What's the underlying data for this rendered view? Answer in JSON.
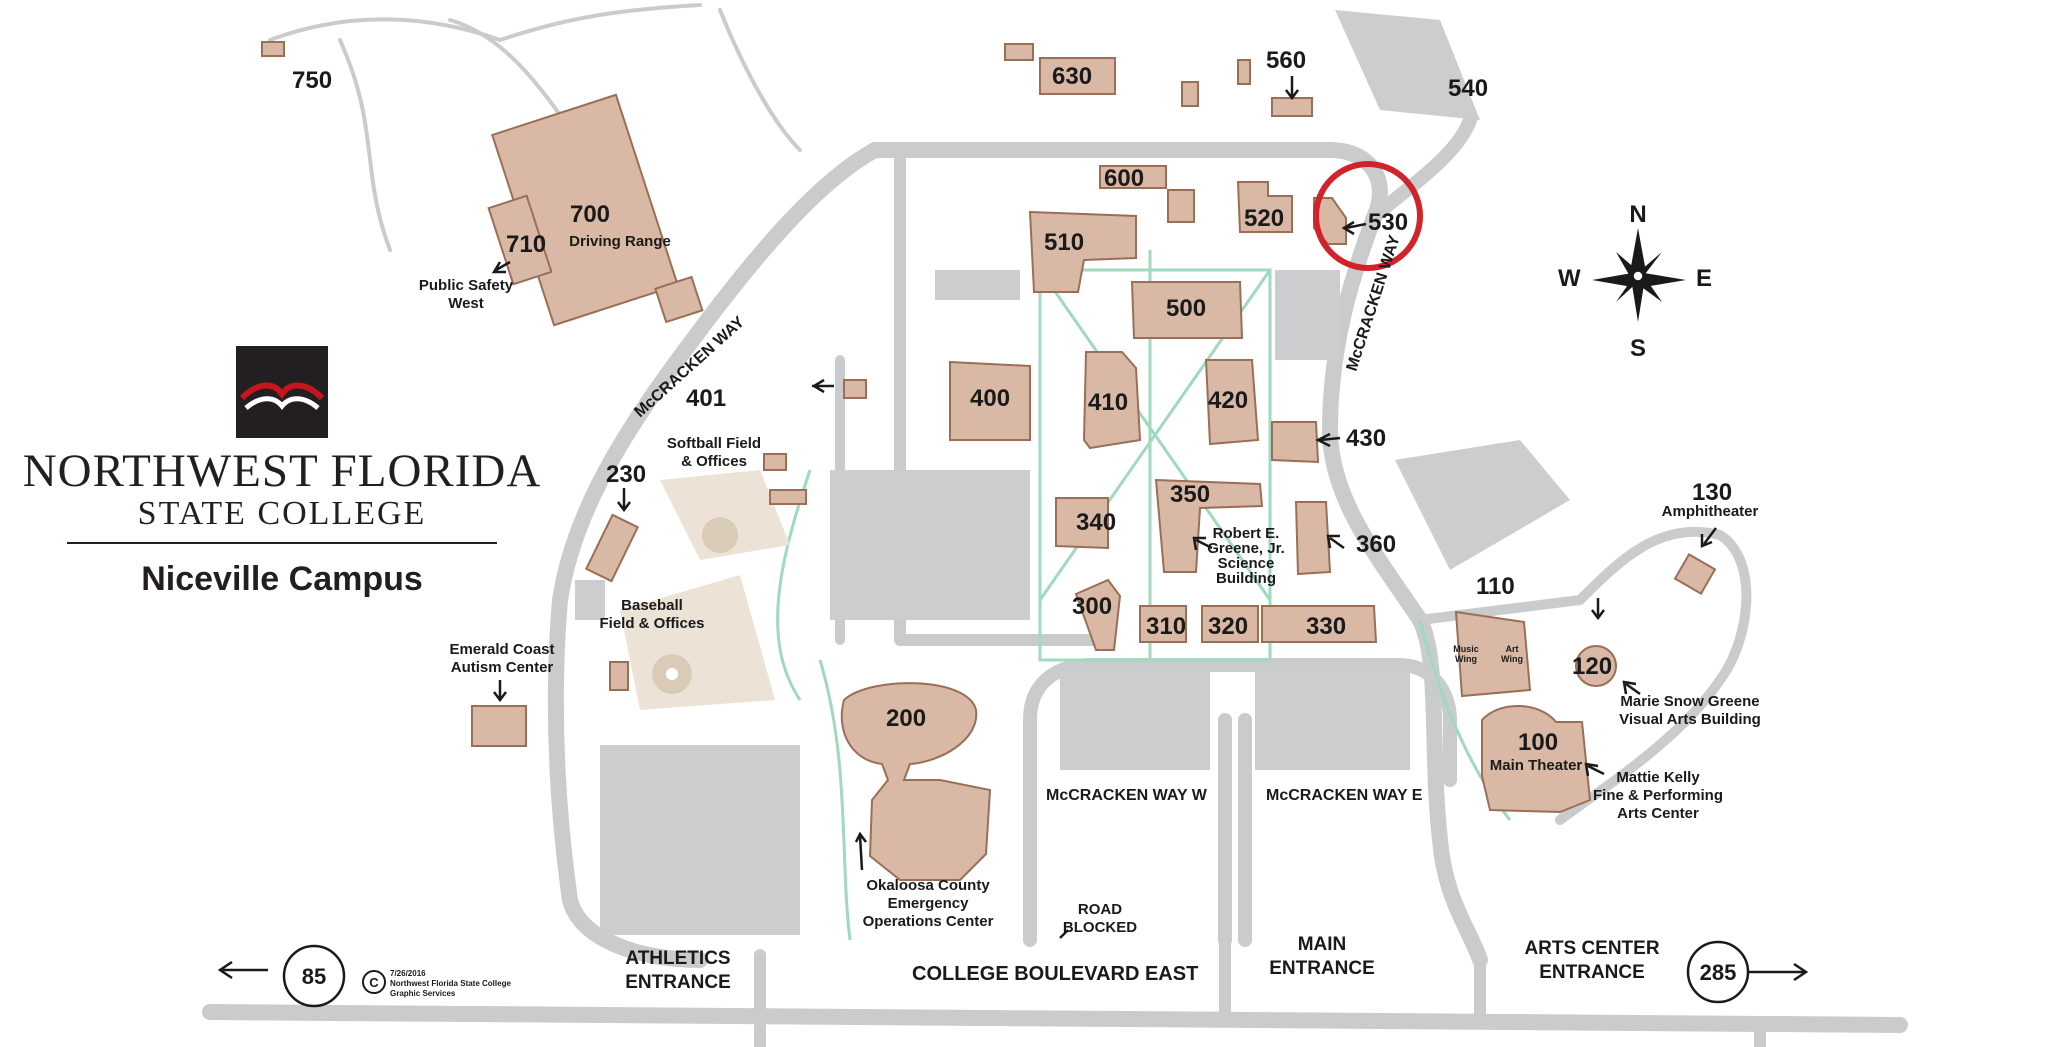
{
  "college": {
    "name_line1": "NORTHWEST FLORIDA",
    "name_line2": "STATE COLLEGE",
    "campus": "Niceville Campus"
  },
  "buildings": {
    "b750": "750",
    "b700": "700",
    "b700_sub": "Driving Range",
    "b710": "710",
    "b630": "630",
    "b560": "560",
    "b540": "540",
    "b600": "600",
    "b520": "520",
    "b530": "530",
    "b510": "510",
    "b500": "500",
    "b401": "401",
    "b400": "400",
    "b410": "410",
    "b420": "420",
    "b430": "430",
    "b230": "230",
    "b340": "340",
    "b350": "350",
    "b360": "360",
    "b300": "300",
    "b310": "310",
    "b320": "320",
    "b330": "330",
    "b200": "200",
    "b110": "110",
    "b120": "120",
    "b130": "130",
    "b100": "100",
    "b100_sub": "Main Theater"
  },
  "labels": {
    "public_safety_1": "Public Safety",
    "public_safety_2": "West",
    "softball_1": "Softball Field",
    "softball_2": "& Offices",
    "baseball_1": "Baseball",
    "baseball_2": "Field & Offices",
    "autism_1": "Emerald Coast",
    "autism_2": "Autism Center",
    "science_1": "Robert E.",
    "science_2": "Greene, Jr.",
    "science_3": "Science",
    "science_4": "Building",
    "eoc_1": "Okaloosa County",
    "eoc_2": "Emergency",
    "eoc_3": "Operations Center",
    "music_1": "Music",
    "music_2": "Wing",
    "art_1": "Art",
    "art_2": "Wing",
    "amph": "Amphitheater",
    "visual_1": "Marie Snow Greene",
    "visual_2": "Visual Arts Building",
    "fpac_1": "Mattie Kelly",
    "fpac_2": "Fine & Performing",
    "fpac_3": "Arts Center",
    "road_blocked_1": "ROAD",
    "road_blocked_2": "BLOCKED",
    "date": "7/26/2016",
    "credit_1": "Northwest Florida State College",
    "credit_2": "Graphic Services",
    "copyright": "C"
  },
  "roads": {
    "mccracken_w_diag": "McCRACKEN WAY",
    "mccracken_e_diag": "McCRACKEN WAY",
    "mccracken_way_w": "McCRACKEN WAY W",
    "mccracken_way_e": "McCRACKEN WAY E",
    "college_blvd": "COLLEGE BOULEVARD EAST",
    "athletics_1": "ATHLETICS",
    "athletics_2": "ENTRANCE",
    "main_1": "MAIN",
    "main_2": "ENTRANCE",
    "arts_1": "ARTS CENTER",
    "arts_2": "ENTRANCE",
    "hwy85": "85",
    "hwy285": "285"
  },
  "compass": {
    "n": "N",
    "s": "S",
    "e": "E",
    "w": "W"
  },
  "highlight": {
    "building": "530",
    "color": "#d2232a"
  },
  "colors": {
    "building_fill": "#d9b9a6",
    "building_stroke": "#9b6e56",
    "road": "#c9cbcd",
    "walkway": "#9fd9be",
    "field": "#ece3d6"
  }
}
